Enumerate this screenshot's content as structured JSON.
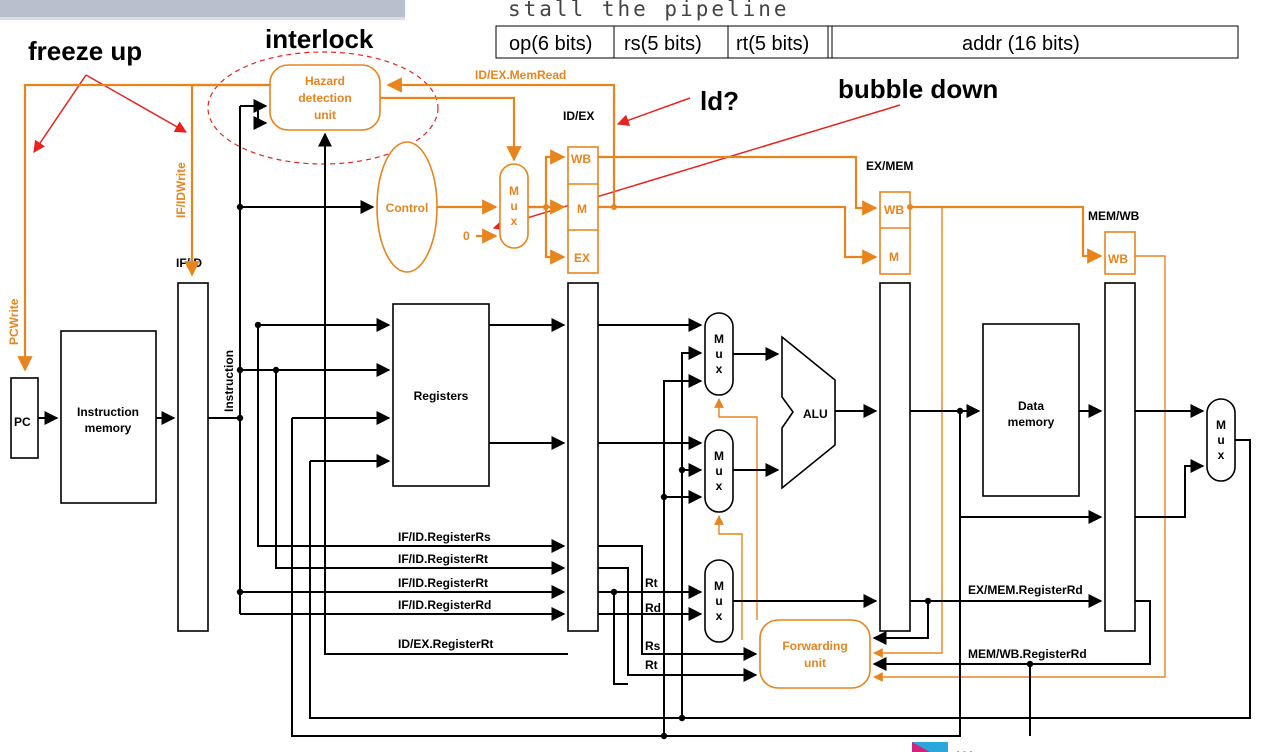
{
  "annotations": {
    "freeze_up": "freeze up",
    "interlock": "interlock",
    "ld": "ld?",
    "bubble_down": "bubble down",
    "stall_header": "stall the pipeline"
  },
  "instruction_format": {
    "fields": [
      "op(6 bits)",
      "rs(5 bits)",
      "rt(5 bits)",
      "addr (16 bits)"
    ]
  },
  "blocks": {
    "pc": "PC",
    "instr_mem_1": "Instruction",
    "instr_mem_2": "memory",
    "if_id": "IF/ID",
    "instruction": "Instruction",
    "registers": "Registers",
    "id_ex": "ID/EX",
    "ex_mem": "EX/MEM",
    "mem_wb": "MEM/WB",
    "alu": "ALU",
    "data_mem_1": "Data",
    "data_mem_2": "memory",
    "hazard_1": "Hazard",
    "hazard_2": "detection",
    "hazard_3": "unit",
    "control": "Control",
    "forward_1": "Forwarding",
    "forward_2": "unit",
    "wb": "WB",
    "m": "M",
    "ex": "EX",
    "mux_m": "M",
    "mux_u": "u",
    "mux_x": "x",
    "zero": "0"
  },
  "signals": {
    "pcwrite": "PCWrite",
    "ifidwrite": "IF/IDWrite",
    "idex_memread": "ID/EX.MemRead",
    "ifid_rs": "IF/ID.RegisterRs",
    "ifid_rt1": "IF/ID.RegisterRt",
    "ifid_rt2": "IF/ID.RegisterRt",
    "ifid_rd": "IF/ID.RegisterRd",
    "idex_rt": "ID/EX.RegisterRt",
    "exmem_rd": "EX/MEM.RegisterRd",
    "memwb_rd": "MEM/WB.RegisterRd",
    "rt": "Rt",
    "rd": "Rd",
    "rs": "Rs"
  },
  "logo_text": "…"
}
